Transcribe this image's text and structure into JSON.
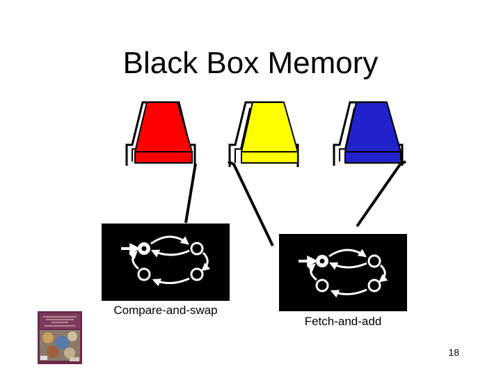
{
  "slide": {
    "title": "Black Box Memory",
    "page_number": "18"
  },
  "buttons": [
    {
      "name": "red-button",
      "color": "#ff0000"
    },
    {
      "name": "yellow-button",
      "color": "#ffff00"
    },
    {
      "name": "blue-button",
      "color": "#2222cc"
    }
  ],
  "panels": [
    {
      "caption": "Compare-and-swap"
    },
    {
      "caption": "Fetch-and-add"
    }
  ],
  "colors": {
    "background": "#ffffff",
    "panel": "#000000",
    "node": "#ffffff"
  }
}
